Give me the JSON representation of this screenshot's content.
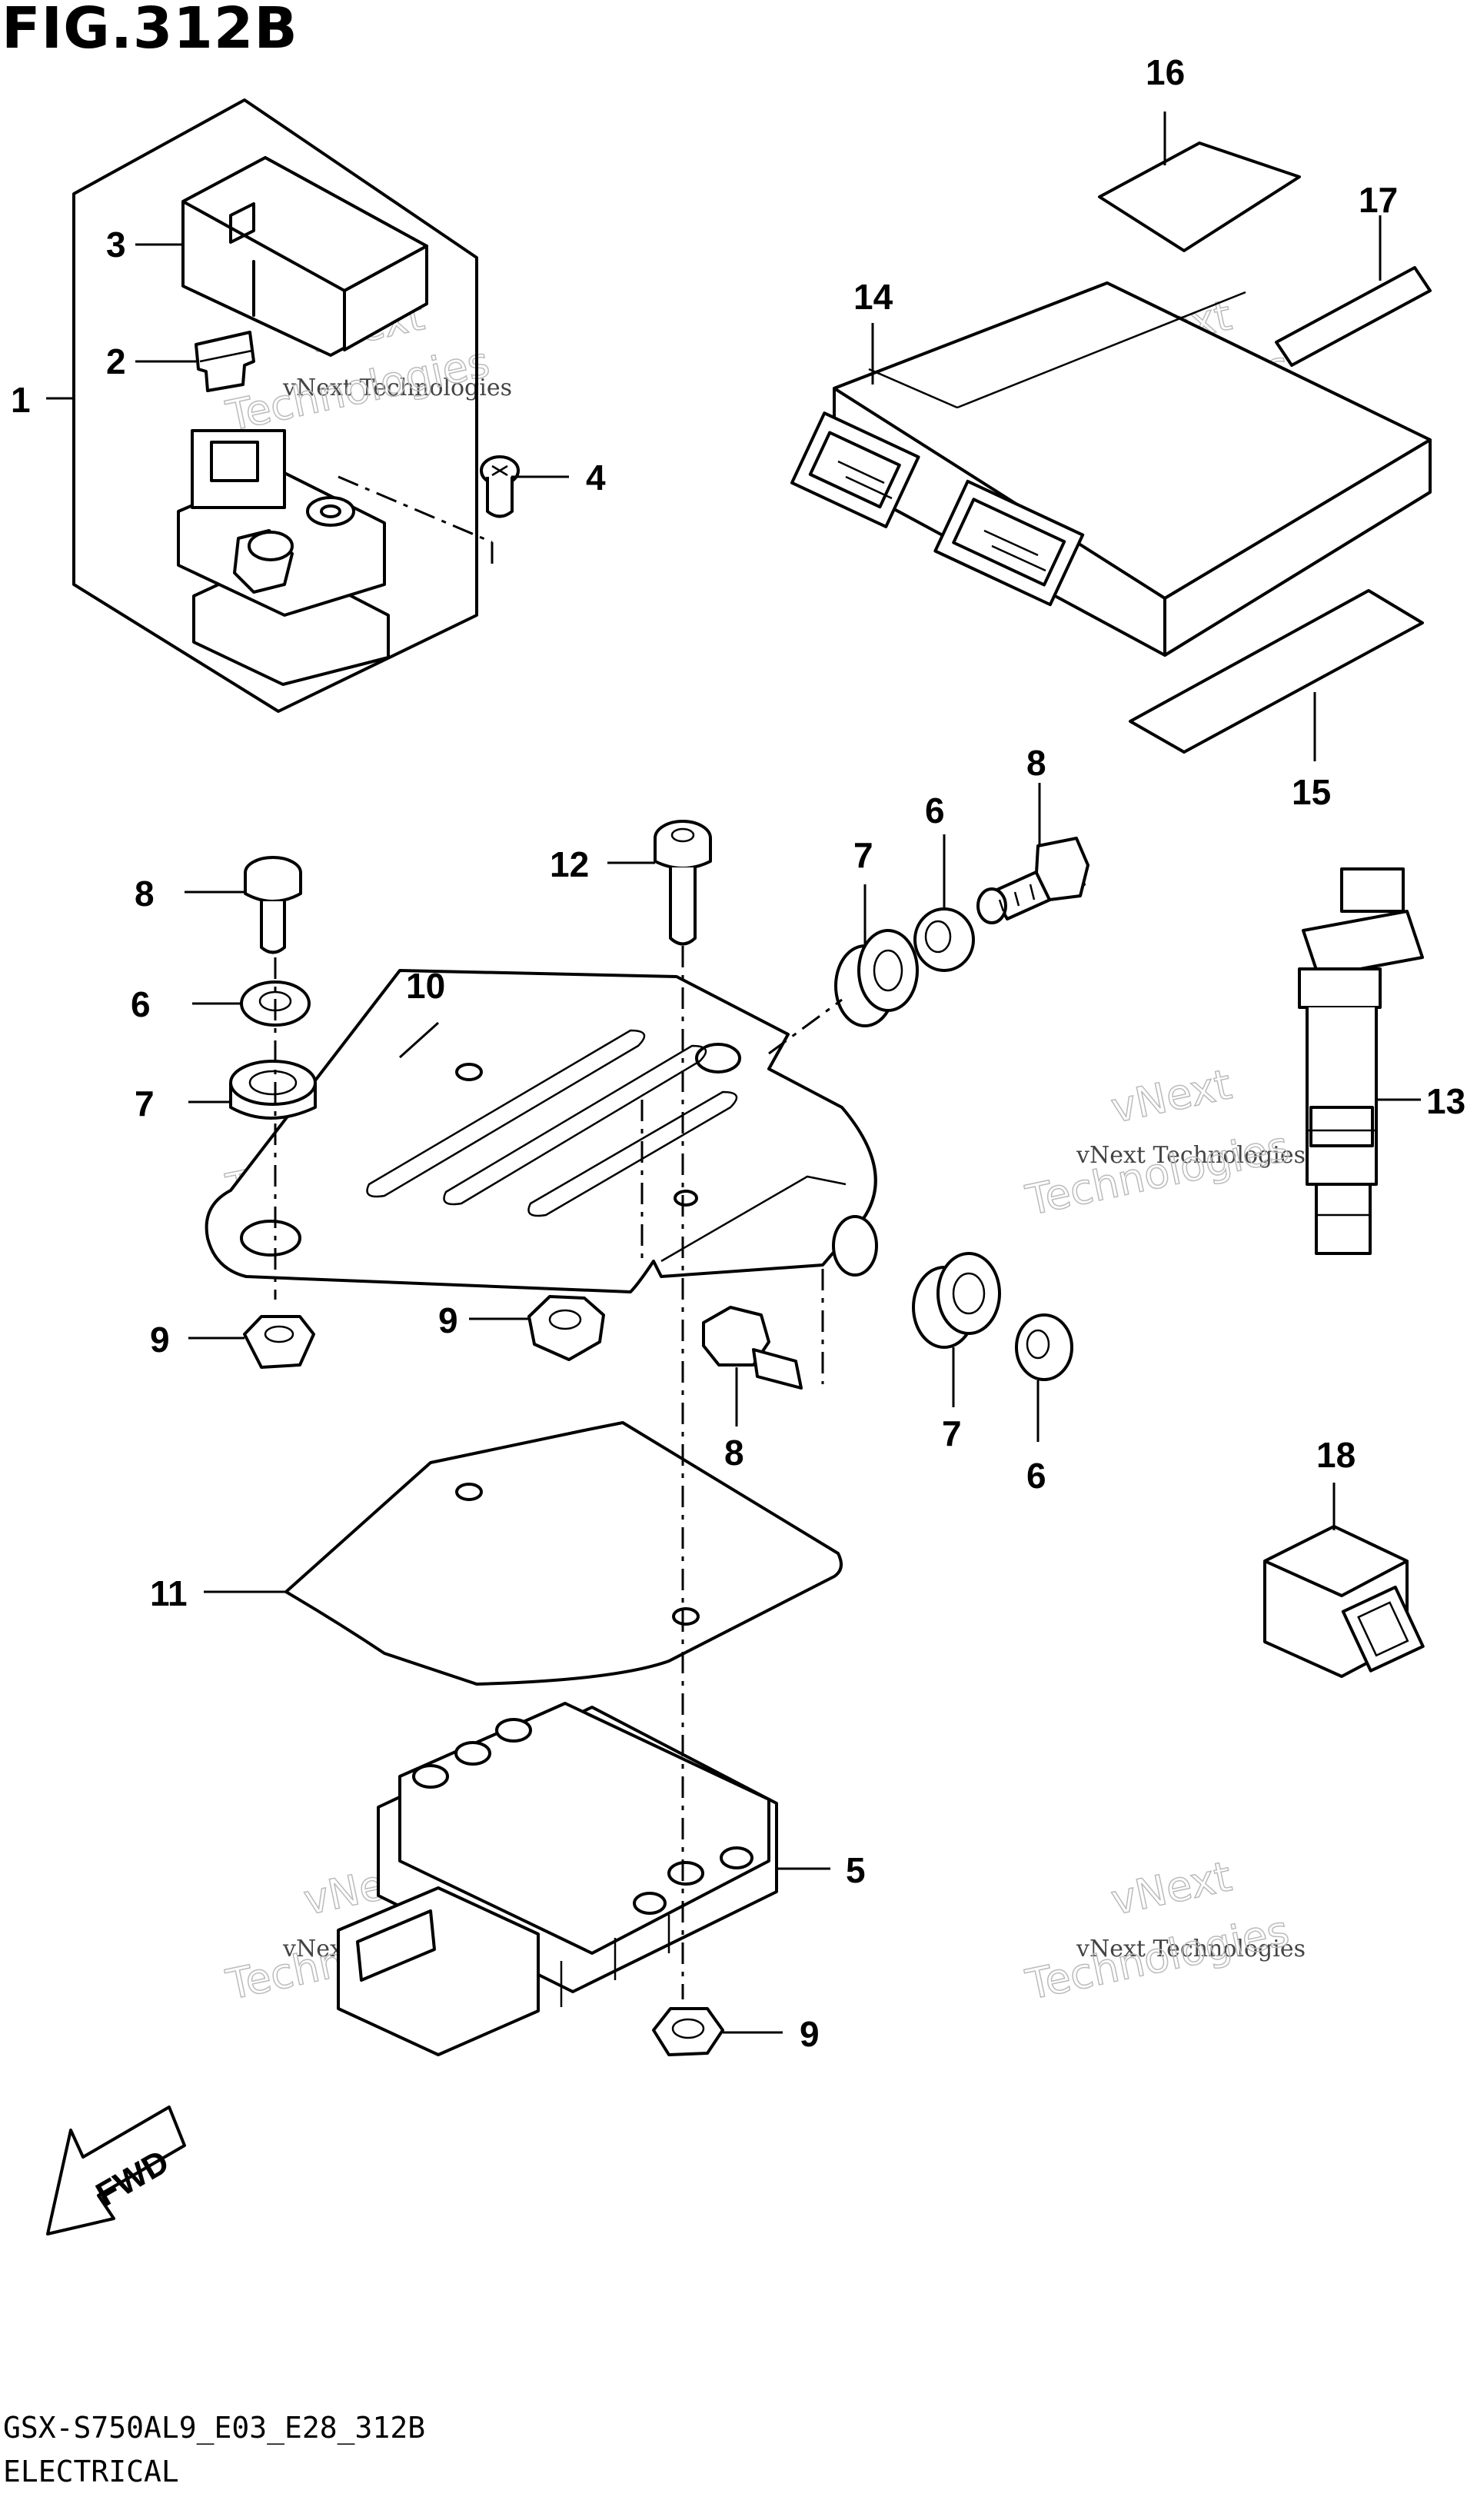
{
  "figure_title": "FIG.312B",
  "caption_model": "GSX-S750AL9_E03_E28_312B",
  "caption_section": "ELECTRICAL",
  "fwd_label": "FWD",
  "watermark_line1": "vNext Technologies",
  "watermark_line2": "vNext",
  "watermark_line3": "Technologies",
  "callouts": {
    "c1": "1",
    "c2": "2",
    "c3": "3",
    "c4": "4",
    "c5": "5",
    "c6a": "6",
    "c6b": "6",
    "c6c": "6",
    "c7a": "7",
    "c7b": "7",
    "c7c": "7",
    "c8a": "8",
    "c8b": "8",
    "c8c": "8",
    "c9a": "9",
    "c9b": "9",
    "c9c": "9",
    "c10": "10",
    "c11": "11",
    "c12": "12",
    "c13": "13",
    "c14": "14",
    "c15": "15",
    "c16": "16",
    "c17": "17",
    "c18": "18"
  },
  "parts": [
    {
      "ref": "1",
      "name": "starter-relay-assembly"
    },
    {
      "ref": "2",
      "name": "fuse"
    },
    {
      "ref": "3",
      "name": "relay-cover"
    },
    {
      "ref": "4",
      "name": "screw"
    },
    {
      "ref": "5",
      "name": "regulator-rectifier"
    },
    {
      "ref": "6",
      "name": "spacer"
    },
    {
      "ref": "7",
      "name": "cushion"
    },
    {
      "ref": "8",
      "name": "bolt"
    },
    {
      "ref": "9",
      "name": "nut"
    },
    {
      "ref": "10",
      "name": "bracket"
    },
    {
      "ref": "11",
      "name": "plate"
    },
    {
      "ref": "12",
      "name": "bolt"
    },
    {
      "ref": "13",
      "name": "sensor"
    },
    {
      "ref": "14",
      "name": "ecm"
    },
    {
      "ref": "15",
      "name": "tape"
    },
    {
      "ref": "16",
      "name": "pad"
    },
    {
      "ref": "17",
      "name": "tape"
    },
    {
      "ref": "18",
      "name": "connector"
    }
  ]
}
